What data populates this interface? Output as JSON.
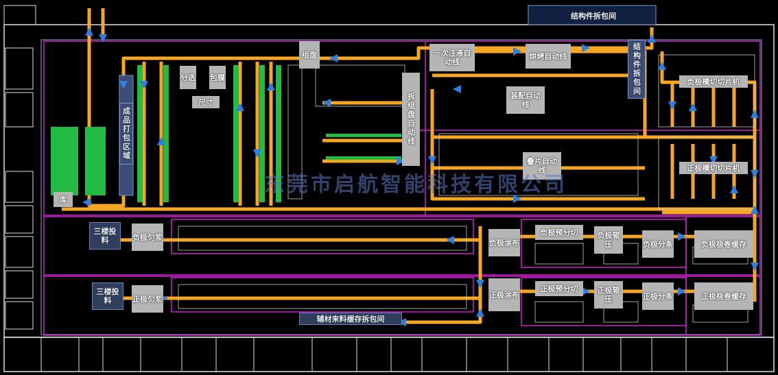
{
  "colors": {
    "background": "#000000",
    "conveyor": "#f5a623",
    "arrow": "#2d7fe0",
    "wall": "#d020d0",
    "outline": "#e0e0e0",
    "green": "#22bb44"
  },
  "labels": {
    "jiegoujian_top": "结构件拆包间",
    "jiegoujian_side": "结构件拆包间",
    "chengpin_dabao": "成品打包区域",
    "fenxuan": "分选",
    "baomo": "包膜",
    "chicun": "尺寸",
    "zupan": "组盘",
    "chaizupan": "拆组盘自动线",
    "yici_zhuye": "一次注液自动线",
    "hongkao": "烘烤自动线",
    "zhuangpei": "装配自动线",
    "diepian": "叠片自动线",
    "fuji_qiepian": "负极模切切片机",
    "zhengji_qiepian": "正极模切切片机",
    "ku": "库",
    "sanlou_1": "三楼投料",
    "fuji_yunjiang": "负极匀浆",
    "fuji_tubu": "负极涂布",
    "fuji_fenqie": "负极预分切",
    "fuji_gunya": "负极辊压",
    "fuji_fentiao": "负极分条",
    "fuji_huancun": "负极极卷缓存",
    "sanlou_2": "三楼投料",
    "zhengji_yunjiang": "正极匀浆",
    "zhengji_tubu": "正极涂布",
    "zhengji_fenqie": "正极预分切",
    "zhengji_gunya": "正极辊压",
    "zhengji_fentiao": "正极分条",
    "zhengji_huancun": "正极极卷缓存",
    "fucai": "辅材来料缓存拆包间"
  },
  "watermark": "东莞市启航智能科技有限公司"
}
